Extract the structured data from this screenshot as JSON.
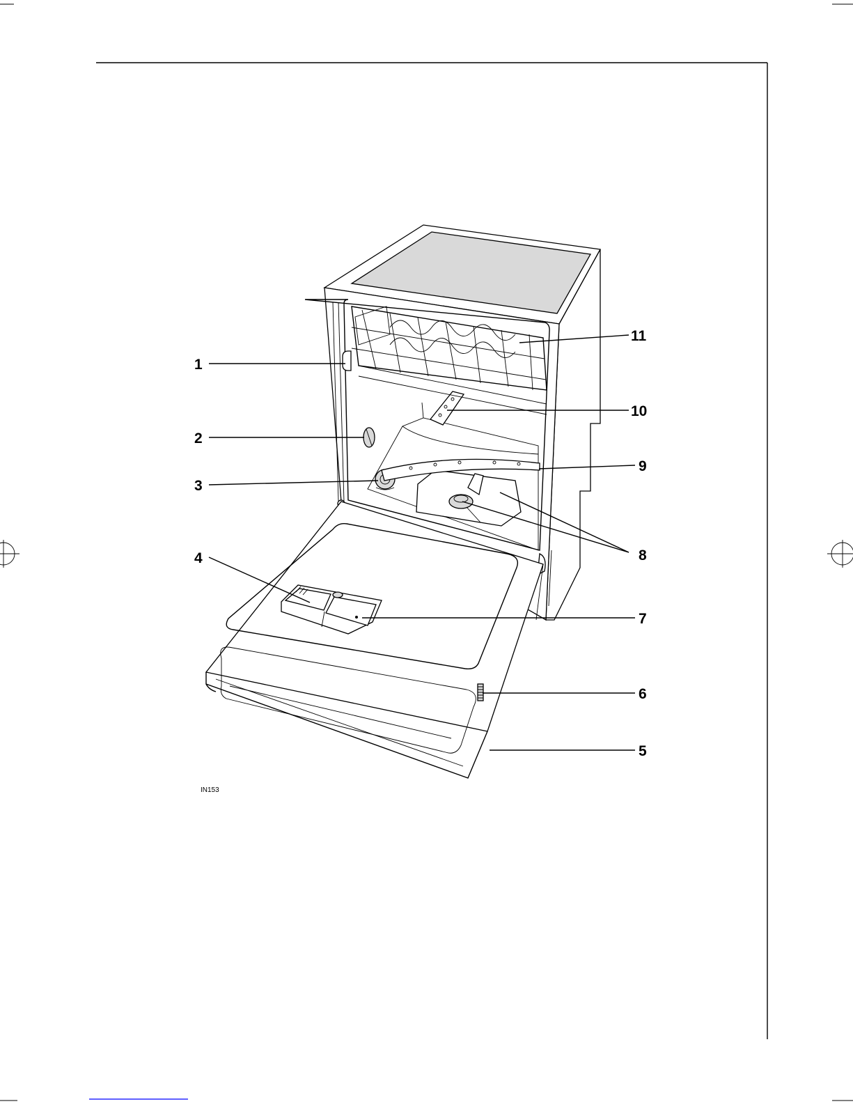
{
  "figure": {
    "code": "IN153",
    "callouts": [
      {
        "id": "1",
        "label": "1"
      },
      {
        "id": "2",
        "label": "2"
      },
      {
        "id": "3",
        "label": "3"
      },
      {
        "id": "4",
        "label": "4"
      },
      {
        "id": "5",
        "label": "5"
      },
      {
        "id": "6",
        "label": "6"
      },
      {
        "id": "7",
        "label": "7"
      },
      {
        "id": "8",
        "label": "8"
      },
      {
        "id": "9",
        "label": "9"
      },
      {
        "id": "10",
        "label": "10"
      },
      {
        "id": "11",
        "label": "11"
      }
    ]
  },
  "colors": {
    "ink": "#000000",
    "worktop": "#d9d9d9",
    "footer_link": "#0000ff"
  }
}
